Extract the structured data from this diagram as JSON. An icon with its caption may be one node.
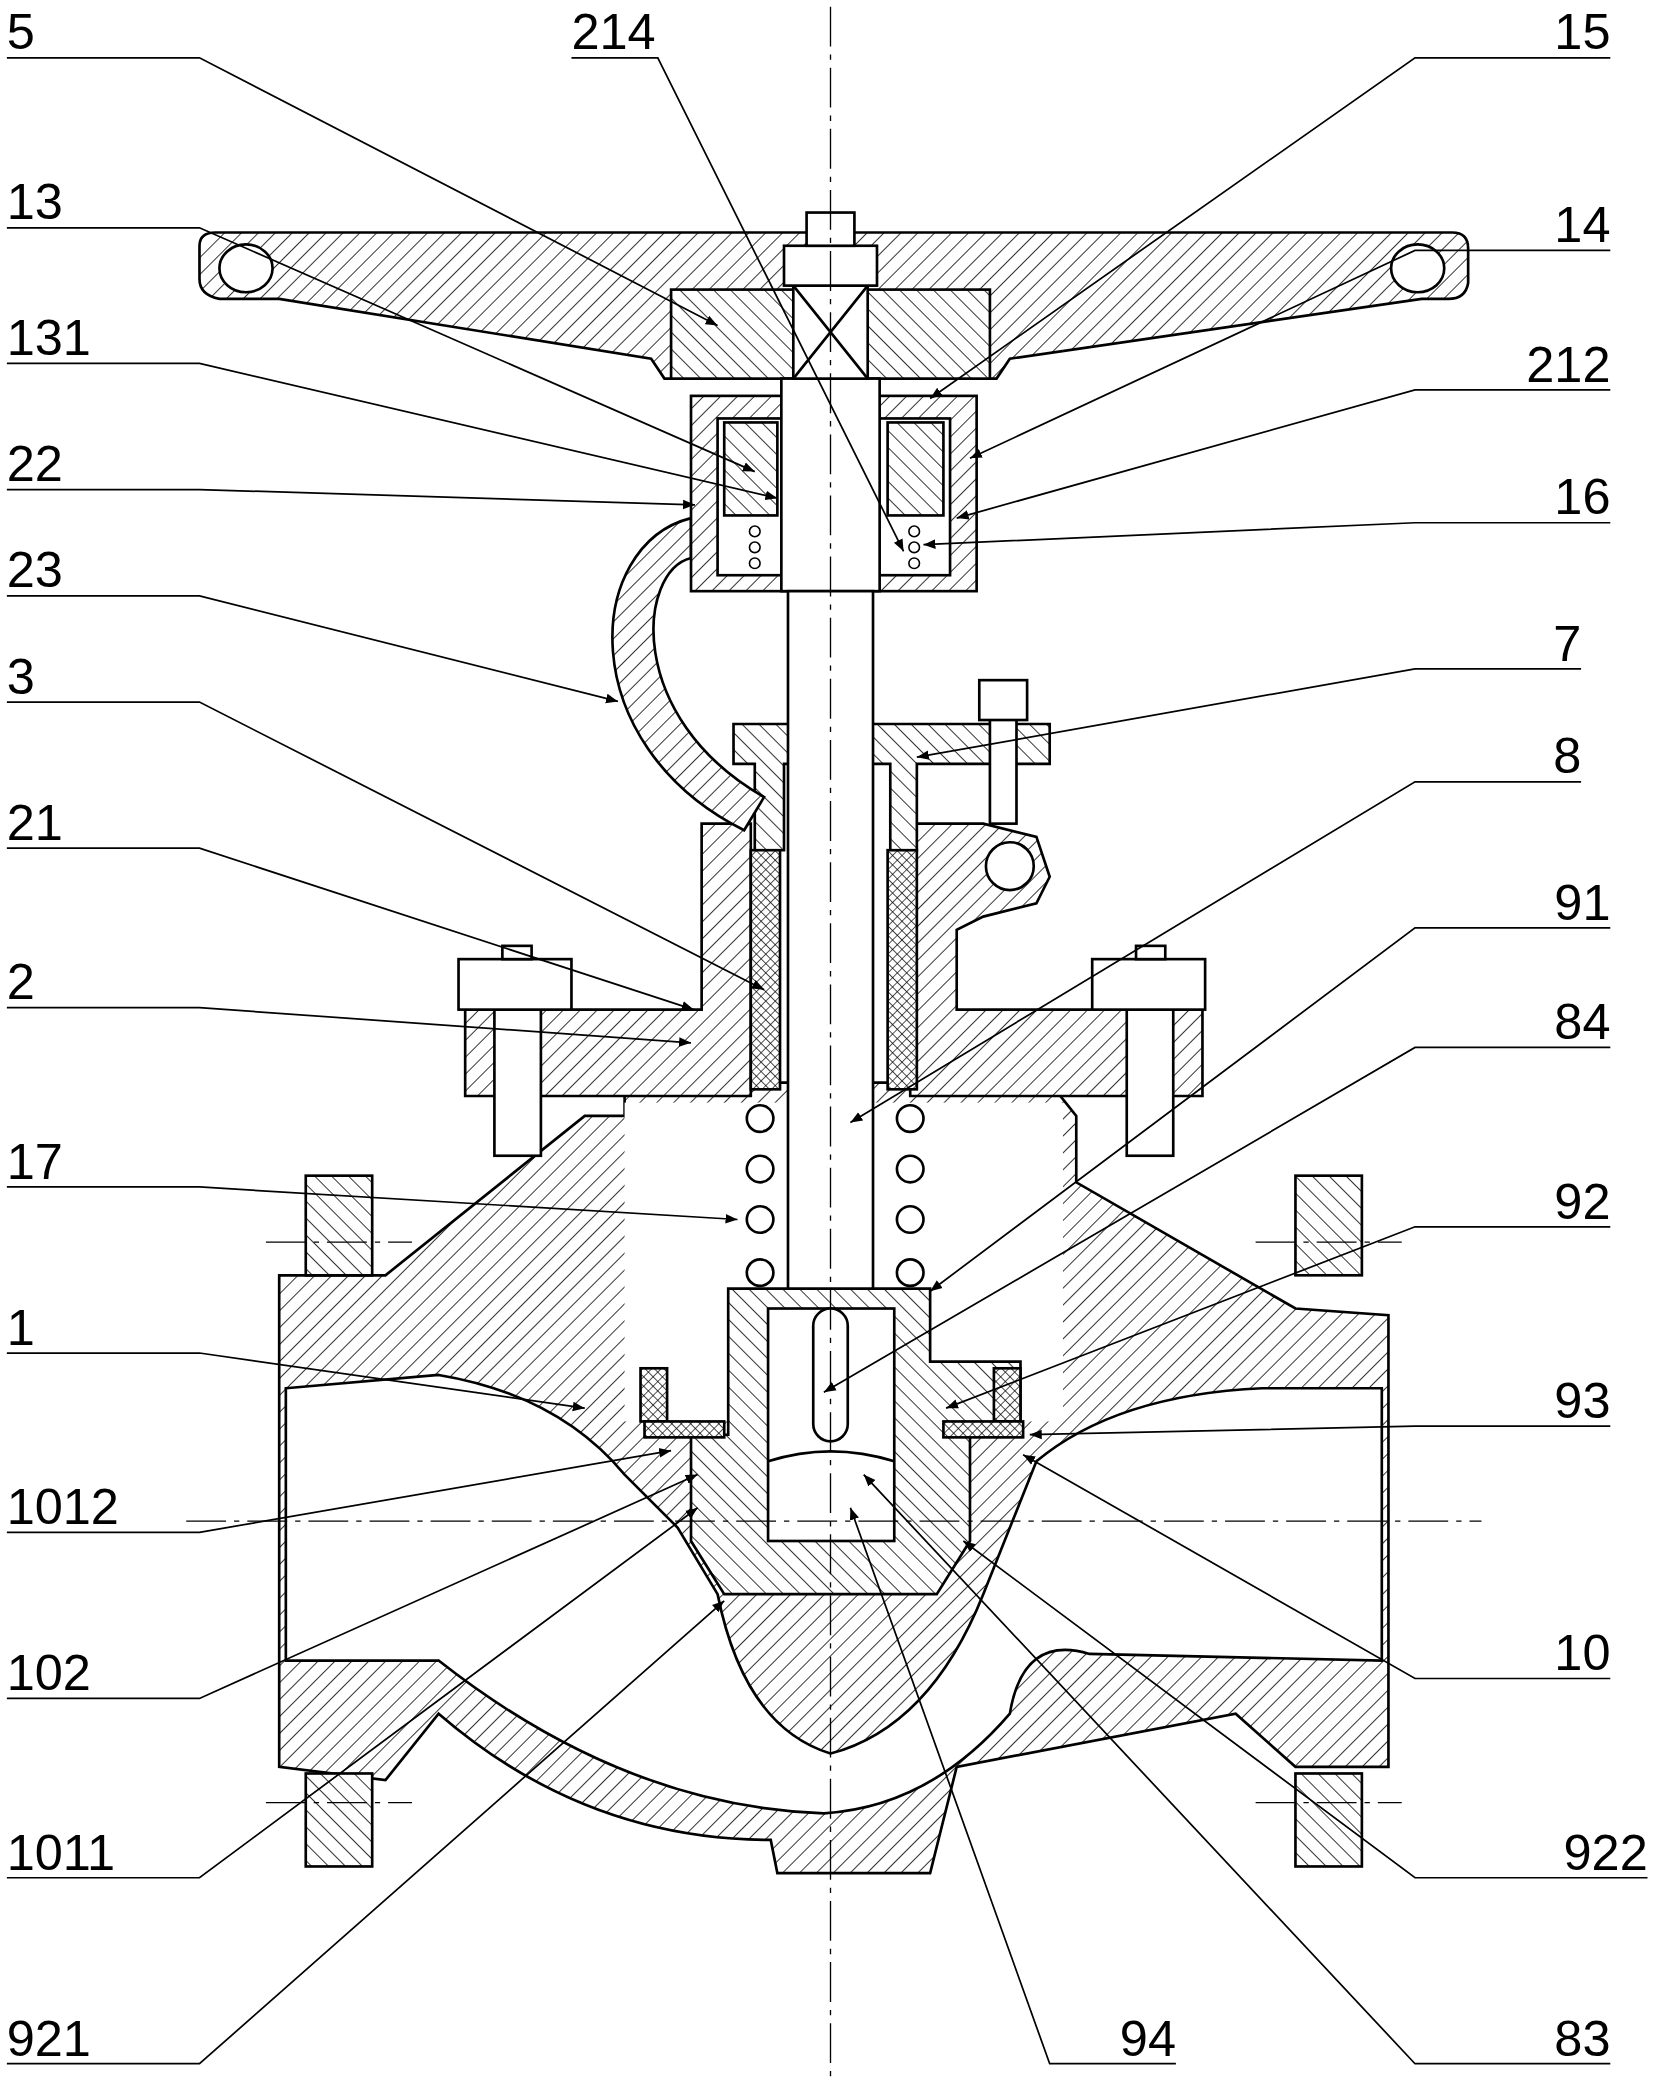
{
  "diagram": {
    "nodes": [
      {
        "text": [
          "5"
        ]
      },
      {
        "text": [
          "214"
        ]
      },
      {
        "text": [
          "15"
        ]
      },
      {
        "text": [
          "13"
        ]
      },
      {
        "text": [
          "14"
        ]
      },
      {
        "text": [
          "131"
        ]
      },
      {
        "text": [
          "212"
        ]
      },
      {
        "text": [
          "22"
        ]
      },
      {
        "text": [
          "16"
        ]
      },
      {
        "text": [
          "23"
        ]
      },
      {
        "text": [
          "7"
        ]
      },
      {
        "text": [
          "3"
        ]
      },
      {
        "text": [
          "8"
        ]
      },
      {
        "text": [
          "21"
        ]
      },
      {
        "text": [
          "91"
        ]
      },
      {
        "text": [
          "2"
        ]
      },
      {
        "text": [
          "84"
        ]
      },
      {
        "text": [
          "17"
        ]
      },
      {
        "text": [
          "92"
        ]
      },
      {
        "text": [
          "1"
        ]
      },
      {
        "text": [
          "93"
        ]
      },
      {
        "text": [
          "1012"
        ]
      },
      {
        "text": [
          "102"
        ]
      },
      {
        "text": [
          "10"
        ]
      },
      {
        "text": [
          "1011"
        ]
      },
      {
        "text": [
          "922"
        ]
      },
      {
        "text": [
          "921"
        ]
      },
      {
        "text": [
          "94"
        ]
      },
      {
        "text": [
          "83"
        ]
      }
    ],
    "edges": [
      {
        "from": 0,
        "to": null,
        "arrow": "to"
      },
      {
        "from": 1,
        "to": null,
        "arrow": "to"
      },
      {
        "from": 2,
        "to": null,
        "arrow": "to"
      },
      {
        "from": 3,
        "to": null,
        "arrow": "to"
      },
      {
        "from": 4,
        "to": null,
        "arrow": "to"
      },
      {
        "from": 5,
        "to": null,
        "arrow": "to"
      },
      {
        "from": 6,
        "to": null,
        "arrow": "to"
      },
      {
        "from": 7,
        "to": null,
        "arrow": "to"
      },
      {
        "from": 8,
        "to": null,
        "arrow": "to"
      },
      {
        "from": 9,
        "to": null,
        "arrow": "to"
      },
      {
        "from": 10,
        "to": null,
        "arrow": "to"
      },
      {
        "from": 11,
        "to": null,
        "arrow": "to"
      },
      {
        "from": 12,
        "to": null,
        "arrow": "to"
      },
      {
        "from": 13,
        "to": null,
        "arrow": "to"
      },
      {
        "from": 14,
        "to": null,
        "arrow": "to"
      },
      {
        "from": 15,
        "to": null,
        "arrow": "to"
      },
      {
        "from": 16,
        "to": null,
        "arrow": "to"
      },
      {
        "from": 17,
        "to": null,
        "arrow": "to"
      },
      {
        "from": 18,
        "to": null,
        "arrow": "to"
      },
      {
        "from": 19,
        "to": null,
        "arrow": "to"
      },
      {
        "from": 20,
        "to": null,
        "arrow": "to"
      },
      {
        "from": 21,
        "to": null,
        "arrow": "to"
      },
      {
        "from": 22,
        "to": null,
        "arrow": "to"
      },
      {
        "from": 23,
        "to": null,
        "arrow": "to"
      },
      {
        "from": 24,
        "to": null,
        "arrow": "to"
      },
      {
        "from": 25,
        "to": null,
        "arrow": "to"
      },
      {
        "from": 26,
        "to": null,
        "arrow": "to"
      },
      {
        "from": 27,
        "to": null,
        "arrow": "to"
      },
      {
        "from": 28,
        "to": null,
        "arrow": "to"
      }
    ]
  }
}
